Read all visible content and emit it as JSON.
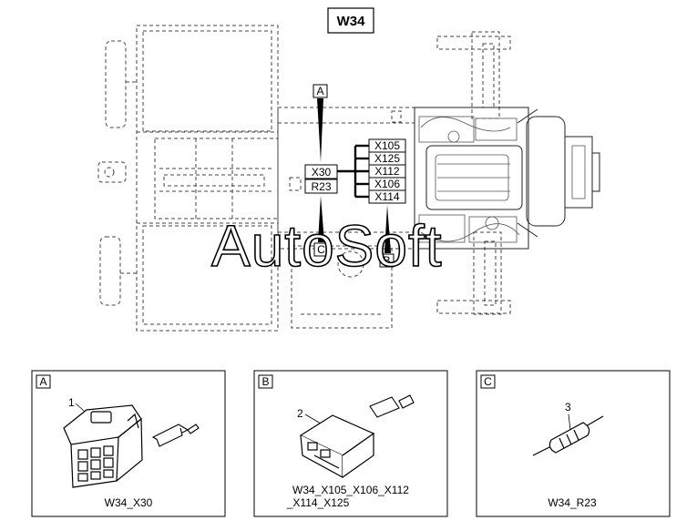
{
  "title": "W34",
  "callouts": {
    "a": "A",
    "b": "B",
    "c": "C"
  },
  "connectors": {
    "left": [
      "X30",
      "R23"
    ],
    "right": [
      "X105",
      "X125",
      "X112",
      "X106",
      "X114"
    ]
  },
  "watermark": "AutoSoft",
  "panels": [
    {
      "letter": "A",
      "item_number": "1",
      "caption": "W34_X30"
    },
    {
      "letter": "B",
      "item_number": "2",
      "caption_line1": "W34_X105_X106_X112",
      "caption_line2": "_X114_X125"
    },
    {
      "letter": "C",
      "item_number": "3",
      "caption": "W34_R23"
    }
  ]
}
